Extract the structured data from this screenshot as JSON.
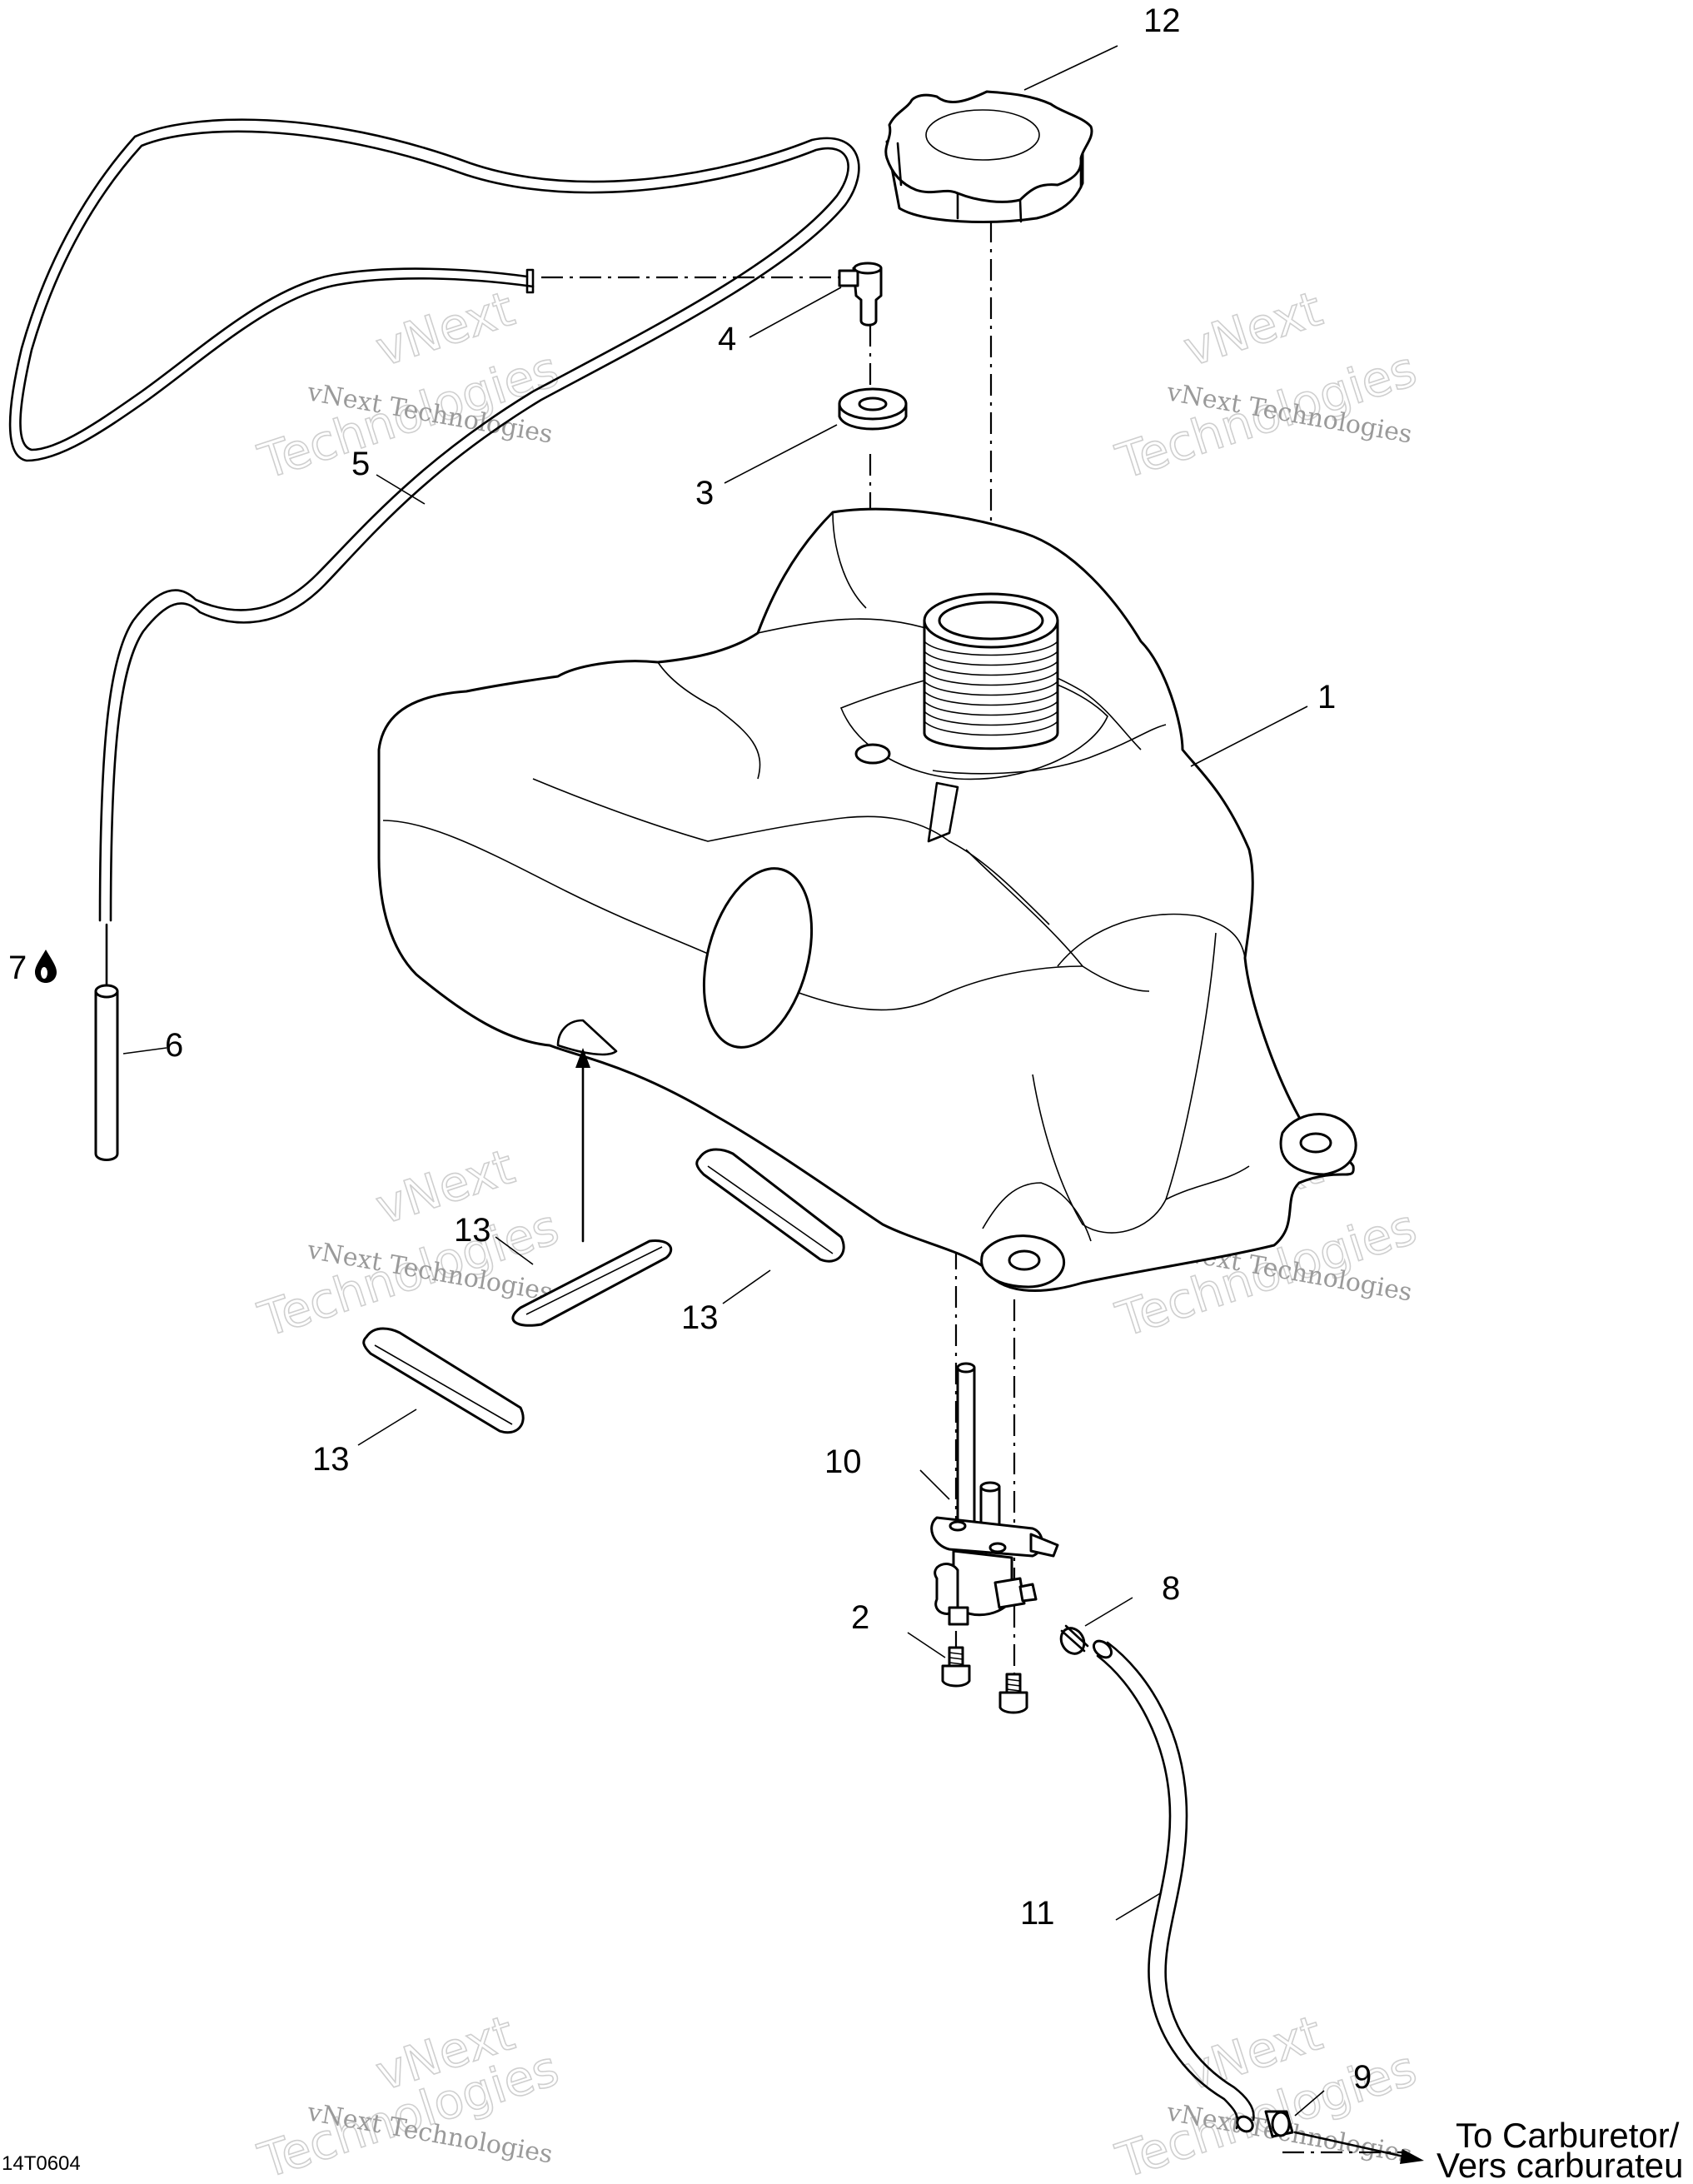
{
  "diagram": {
    "callouts": [
      {
        "id": "1",
        "label": "1"
      },
      {
        "id": "2",
        "label": "2"
      },
      {
        "id": "3",
        "label": "3"
      },
      {
        "id": "4",
        "label": "4"
      },
      {
        "id": "5",
        "label": "5"
      },
      {
        "id": "6",
        "label": "6"
      },
      {
        "id": "7",
        "label": "7"
      },
      {
        "id": "8",
        "label": "8"
      },
      {
        "id": "9",
        "label": "9"
      },
      {
        "id": "10",
        "label": "10"
      },
      {
        "id": "11",
        "label": "11"
      },
      {
        "id": "12",
        "label": "12"
      },
      {
        "id": "13a",
        "label": "13"
      },
      {
        "id": "13b",
        "label": "13"
      },
      {
        "id": "13c",
        "label": "13"
      }
    ],
    "destination_note": {
      "line1": "To Carburetor/",
      "line2": "Vers carburateu"
    },
    "drawing_code": "14T0604",
    "watermark": {
      "brand": "vNext",
      "company": "vNext Technologies",
      "word": "Technologies"
    },
    "icons": {
      "oil_drop": "oil-drop-icon"
    }
  }
}
